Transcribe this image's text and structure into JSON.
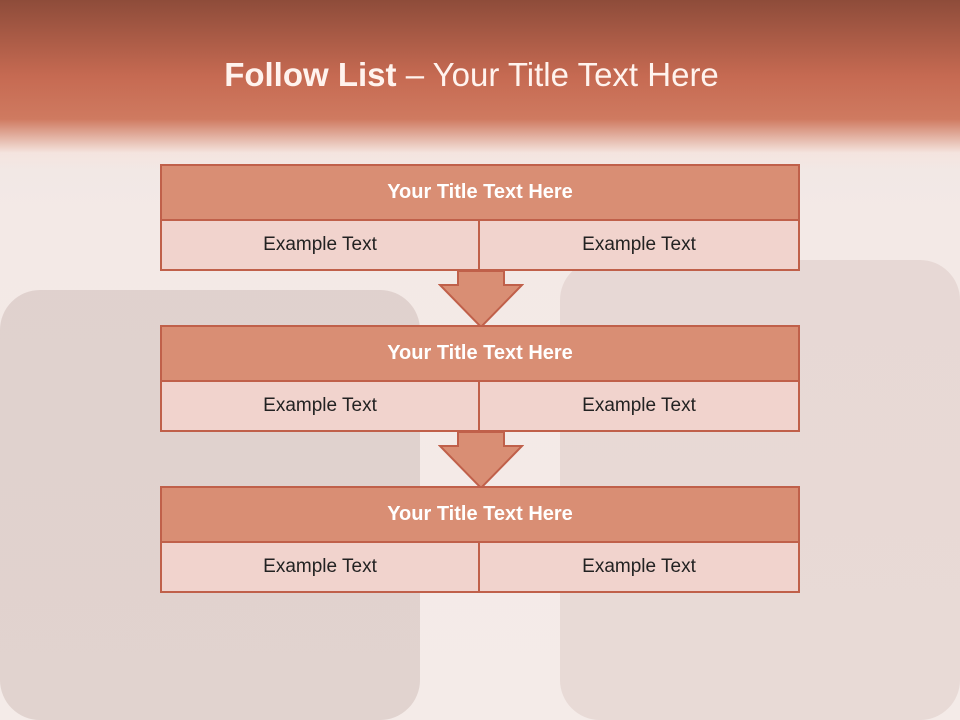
{
  "header": {
    "title_bold": "Follow List",
    "title_rest": " – Your Title Text Here"
  },
  "blocks": [
    {
      "title": "Your Title Text Here",
      "cells": [
        "Example Text",
        "Example Text"
      ]
    },
    {
      "title": "Your Title Text Here",
      "cells": [
        "Example Text",
        "Example Text"
      ]
    },
    {
      "title": "Your Title Text Here",
      "cells": [
        "Example Text",
        "Example Text"
      ]
    }
  ],
  "colors": {
    "header_band": "#c66a52",
    "block_title_fill": "#d98e74",
    "block_border": "#c0604a",
    "cell_fill": "#f1d3cd",
    "arrow_fill": "#d98e74"
  }
}
